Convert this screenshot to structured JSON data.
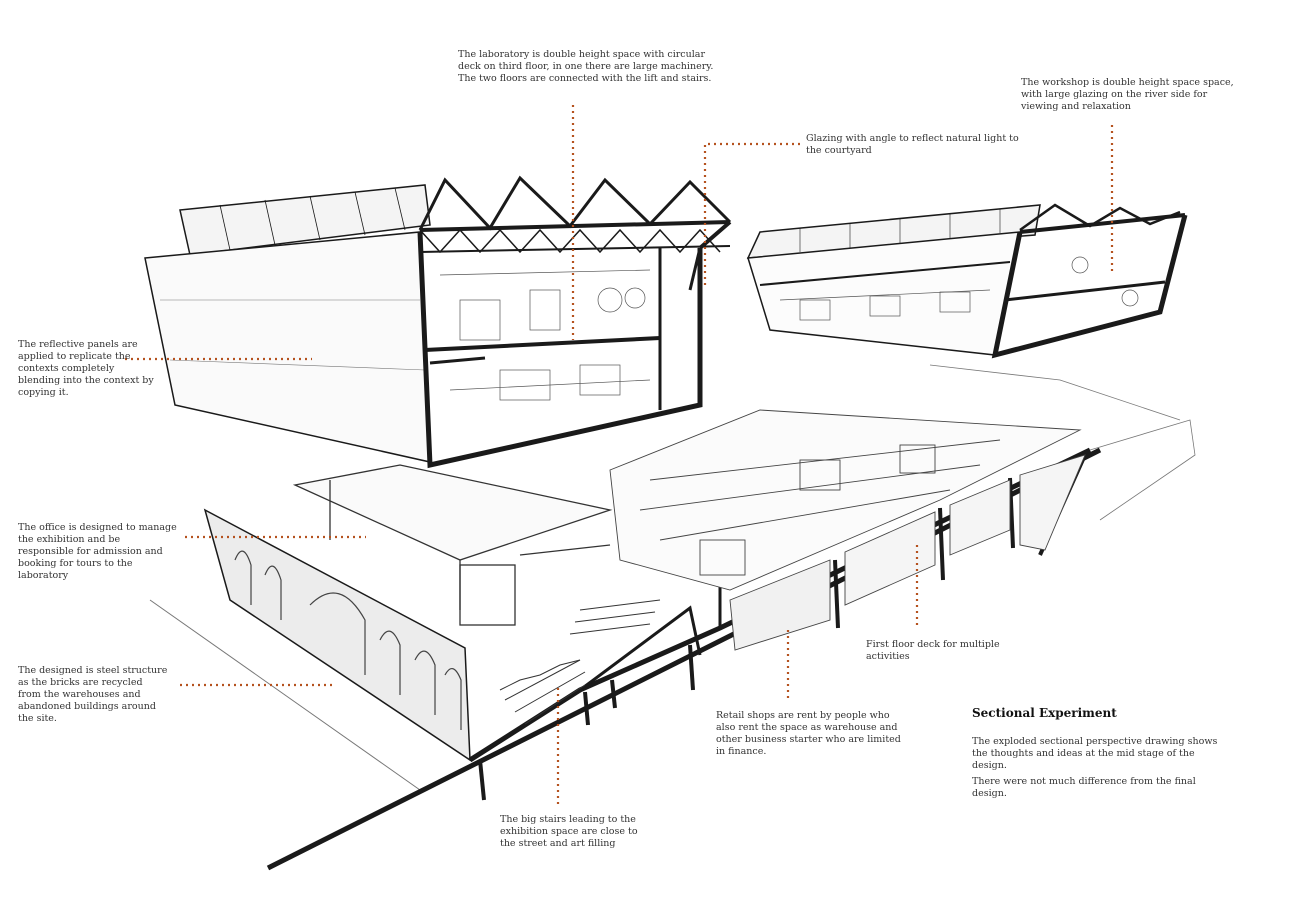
{
  "annotations": {
    "laboratory": "The laboratory is double height space with circular deck on third floor, in one there are large machinery. The two floors are connected with the lift and stairs.",
    "glazing": "Glazing with angle to reflect natural light to the courtyard",
    "workshop": "The workshop is double height space space, with large glazing on the river side for viewing and relaxation",
    "reflective_panels": "The reflective panels are applied to replicate the contexts completely blending into the context by copying it.",
    "office": "The office is designed to manage the exhibition and be responsible for admission and booking for tours to the laboratory",
    "steel_structure": "The designed is steel structure as the bricks are recycled from the warehouses and abandoned buildings around the site.",
    "first_floor_deck": "First floor deck for multiple activities",
    "retail_shops": "Retail shops are rent by people who also rent the space as warehouse and other business starter who are limited in finance.",
    "big_stairs": "The big stairs leading to the exhibition space are close to the street and art filling"
  },
  "section": {
    "title": "Sectional Experiment",
    "paragraph1": "The exploded sectional perspective drawing shows the thoughts and ideas at the mid stage of the design.",
    "paragraph2": "There were not much difference from the final design."
  },
  "colors": {
    "leader": "#b5521f",
    "ink": "#1a1a1a",
    "sketch": "#555555"
  }
}
